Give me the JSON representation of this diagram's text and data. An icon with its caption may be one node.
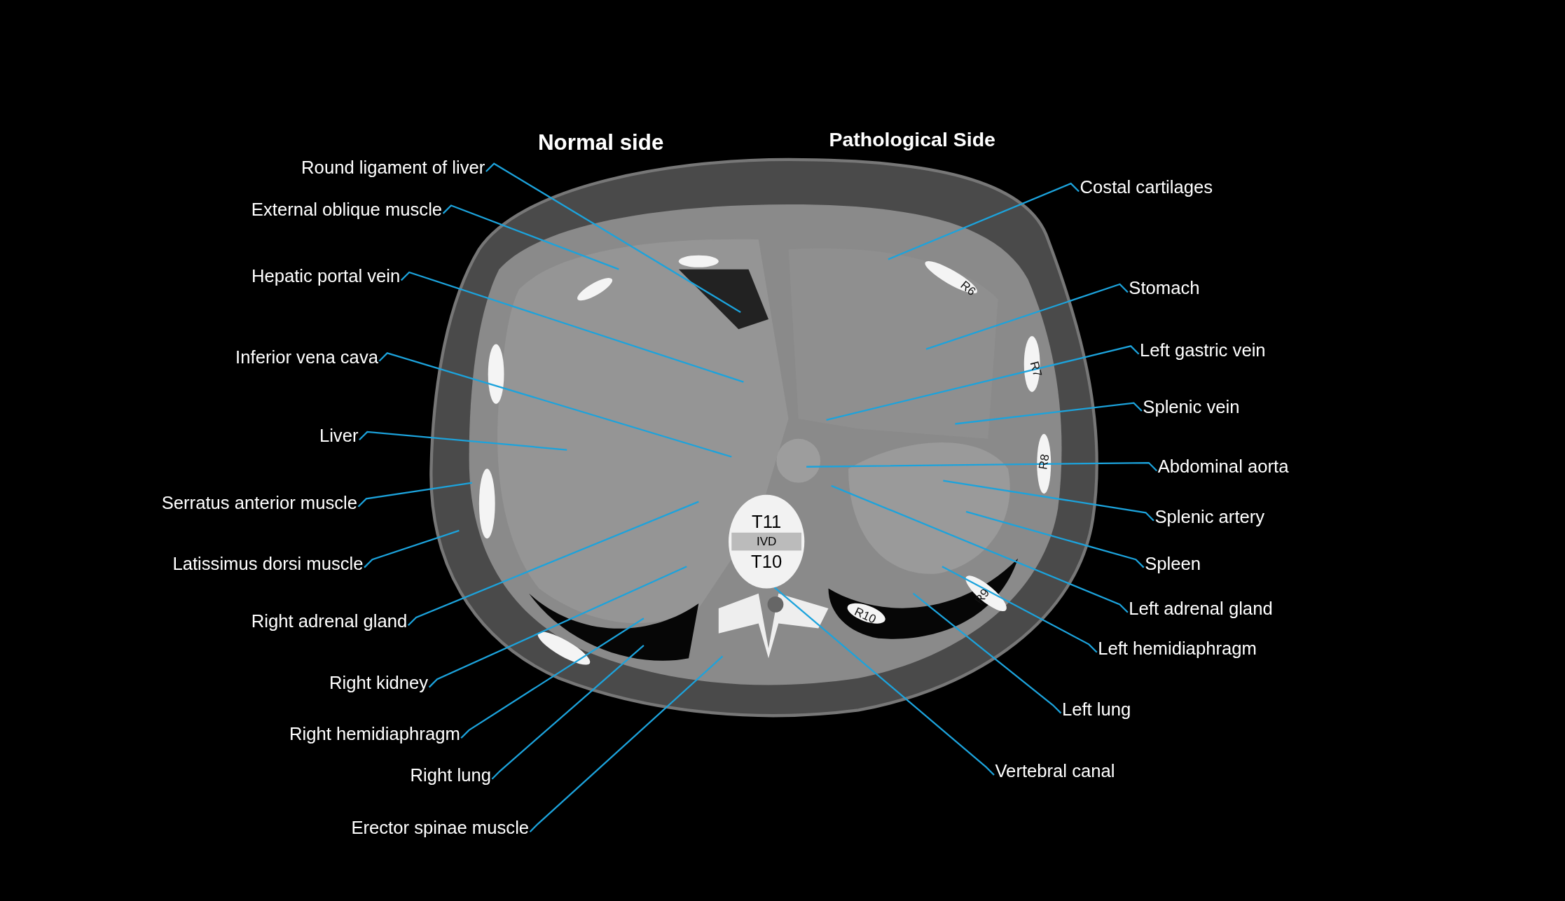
{
  "diagram": {
    "nodes": [
      {
        "text": [
          "Round ligament of liver"
        ]
      },
      {
        "text": [
          "External oblique muscle"
        ]
      },
      {
        "text": [
          "Hepatic portal vein"
        ]
      },
      {
        "text": [
          "Inferior vena cava"
        ]
      },
      {
        "text": [
          "Liver"
        ]
      },
      {
        "text": [
          "Serratus anterior muscle"
        ]
      },
      {
        "text": [
          "Latissimus dorsi muscle"
        ]
      },
      {
        "text": [
          "Right adrenal gland"
        ]
      },
      {
        "text": [
          "Right kidney"
        ]
      },
      {
        "text": [
          "Right hemidiaphragm"
        ]
      },
      {
        "text": [
          "Right lung"
        ]
      },
      {
        "text": [
          "Erector spinae muscle"
        ]
      },
      {
        "text": [
          "Costal cartilages"
        ]
      },
      {
        "text": [
          "Stomach"
        ]
      },
      {
        "text": [
          "Left gastric vein"
        ]
      },
      {
        "text": [
          "Splenic vein"
        ]
      },
      {
        "text": [
          "Abdominal aorta"
        ]
      },
      {
        "text": [
          "Splenic artery"
        ]
      },
      {
        "text": [
          "Spleen"
        ]
      },
      {
        "text": [
          "Left adrenal gland"
        ]
      },
      {
        "text": [
          "Left hemidiaphragm"
        ]
      },
      {
        "text": [
          "Left lung"
        ]
      },
      {
        "text": [
          "Vertebral canal"
        ]
      },
      {
        "text": [
          "T11",
          "IVD",
          "T10"
        ]
      }
    ],
    "edges": [
      {
        "from": 0,
        "to": null,
        "arrow": "none"
      },
      {
        "from": 1,
        "to": null,
        "arrow": "none"
      },
      {
        "from": 2,
        "to": null,
        "arrow": "none"
      },
      {
        "from": 3,
        "to": null,
        "arrow": "none"
      },
      {
        "from": 4,
        "to": null,
        "arrow": "none"
      },
      {
        "from": 5,
        "to": null,
        "arrow": "none"
      },
      {
        "from": 6,
        "to": null,
        "arrow": "none"
      },
      {
        "from": 7,
        "to": null,
        "arrow": "none"
      },
      {
        "from": 8,
        "to": null,
        "arrow": "none"
      },
      {
        "from": 9,
        "to": null,
        "arrow": "none"
      },
      {
        "from": 10,
        "to": null,
        "arrow": "none"
      },
      {
        "from": 11,
        "to": null,
        "arrow": "none"
      },
      {
        "from": 12,
        "to": null,
        "arrow": "none"
      },
      {
        "from": 13,
        "to": null,
        "arrow": "none"
      },
      {
        "from": 14,
        "to": null,
        "arrow": "none"
      },
      {
        "from": 15,
        "to": null,
        "arrow": "none"
      },
      {
        "from": 16,
        "to": null,
        "arrow": "none"
      },
      {
        "from": 17,
        "to": null,
        "arrow": "none"
      },
      {
        "from": 18,
        "to": null,
        "arrow": "none"
      },
      {
        "from": 19,
        "to": null,
        "arrow": "none"
      },
      {
        "from": 20,
        "to": null,
        "arrow": "none"
      },
      {
        "from": 21,
        "to": null,
        "arrow": "none"
      },
      {
        "from": 22,
        "to": 23,
        "arrow": "none"
      }
    ],
    "labels": [
      "Normal side",
      "Pathological Side",
      "R6",
      "R7",
      "R8",
      "R9",
      "R10"
    ]
  }
}
